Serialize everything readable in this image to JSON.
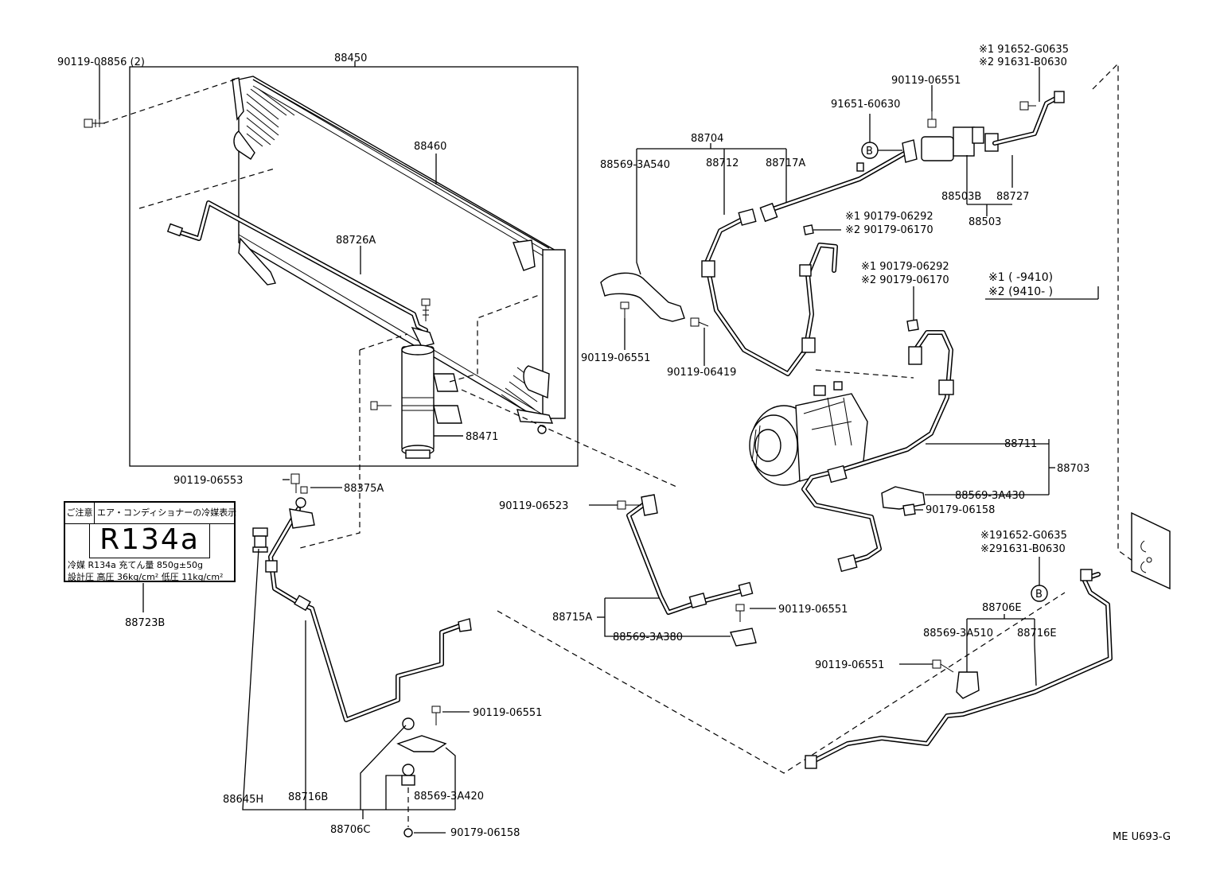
{
  "labels": {
    "p88450": "88450",
    "p90119_08856": "90119-08856 (2)",
    "p88460": "88460",
    "p88726a": "88726A",
    "p88471": "88471",
    "p90119_06553": "90119-06553",
    "p88375a": "88375A",
    "p88723b": "88723B",
    "p88704": "88704",
    "p88569_3a540": "88569-3A540",
    "p88712": "88712",
    "p88717a": "88717A",
    "p91651_60630": "91651-60630",
    "p90119_06551_top": "90119-06551",
    "p91652_g0635_top": "※1 91652-G0635",
    "p91631_b0630_top": "※2 91631-B0630",
    "p88503b": "88503B",
    "p88727": "88727",
    "p88503": "88503",
    "p90179_06292_a": "※1 90179-06292",
    "p90179_06170_a": "※2 90179-06170",
    "p90179_06292_b": "※1 90179-06292",
    "p90179_06170_b": "※2 90179-06170",
    "legend1": "※1 (      -9410)",
    "legend2": "※2 (9410-      )",
    "p90119_06551_mid": "90119-06551",
    "p90119_06419": "90119-06419",
    "p88711": "88711",
    "p88703": "88703",
    "p88569_3a430": "88569-3A430",
    "p90179_06158_mid": "90179-06158",
    "p90119_06523": "90119-06523",
    "p91652_g0635_b": "※191652-G0635",
    "p91631_b0630_b": "※291631-B0630",
    "p88715a": "88715A",
    "p88569_3a380": "88569-3A380",
    "p90119_06551_c": "90119-06551",
    "p88706e": "88706E",
    "p88569_3a510": "88569-3A510",
    "p88716e": "88716E",
    "p90119_06551_d": "90119-06551",
    "p90119_06551_e": "90119-06551",
    "p88569_3a420": "88569-3A420",
    "p88645h": "88645H",
    "p88716b": "88716B",
    "p88706c": "88706C",
    "p90179_06158_bot": "90179-06158",
    "b_marker": "B",
    "code": "ME U693-G"
  },
  "card": {
    "caution": "ご注意",
    "warning": "エア・コンディショナーの冷媒表示",
    "refrigerant": "R134a",
    "line3": "冷媒 R134a 充てん量 850g±50g",
    "line4": "設計圧 高圧 36kg/cm² 低圧 11kg/cm²"
  }
}
